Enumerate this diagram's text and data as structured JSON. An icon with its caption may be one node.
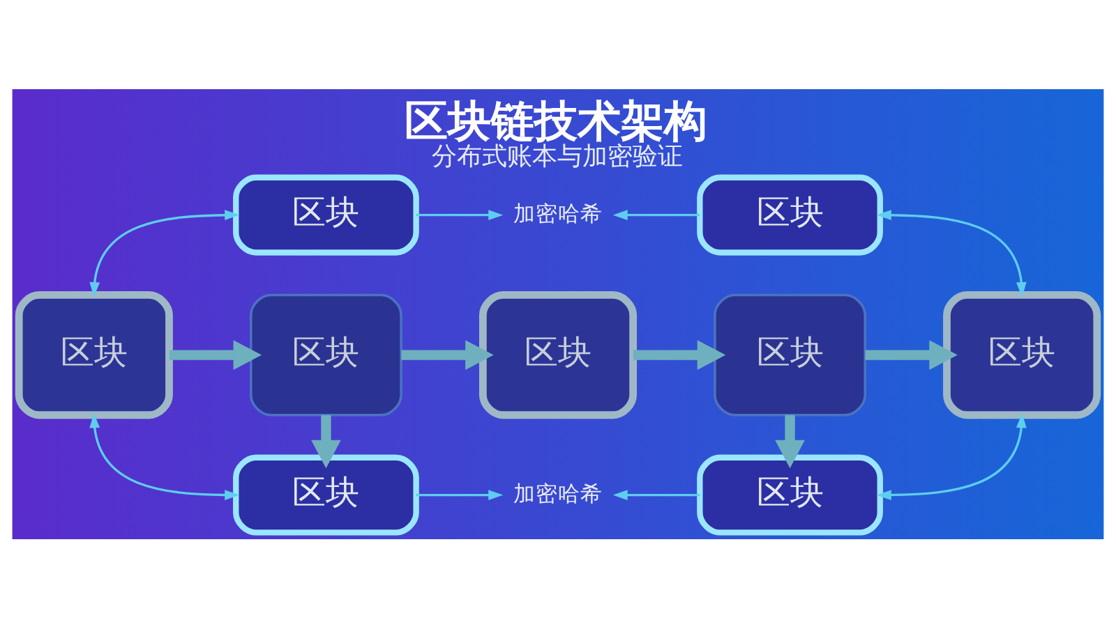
{
  "diagram": {
    "title": "区块链技术架构",
    "caption": "分布式账本与加密验证",
    "nodes": [
      {
        "text": [
          "区块"
        ]
      },
      {
        "text": [
          "加密哈希"
        ]
      },
      {
        "text": [
          "区块"
        ]
      },
      {
        "text": [
          "区块"
        ]
      },
      {
        "text": [
          "区块"
        ]
      },
      {
        "text": [
          "区块"
        ]
      },
      {
        "text": [
          "区块"
        ]
      },
      {
        "text": [
          "区块"
        ]
      },
      {
        "text": [
          "区块"
        ]
      },
      {
        "text": [
          "加密哈希"
        ]
      },
      {
        "text": [
          "区块"
        ]
      }
    ],
    "edges": [
      {
        "from": 3,
        "to": 0,
        "arrow": "both"
      },
      {
        "from": 0,
        "to": 1,
        "arrow": "to"
      },
      {
        "from": 2,
        "to": 1,
        "arrow": "to"
      },
      {
        "from": 7,
        "to": 2,
        "arrow": "both"
      },
      {
        "from": 3,
        "to": 4,
        "arrow": "to",
        "style": "thick",
        "color": "#6fb0bf"
      },
      {
        "from": 4,
        "to": 5,
        "arrow": "to",
        "style": "thick",
        "color": "#6fb0bf"
      },
      {
        "from": 5,
        "to": 6,
        "arrow": "to",
        "style": "thick",
        "color": "#6fb0bf"
      },
      {
        "from": 6,
        "to": 7,
        "arrow": "to",
        "style": "thick",
        "color": "#6fb0bf"
      },
      {
        "from": 4,
        "to": 8,
        "arrow": "to",
        "style": "thick",
        "color": "#6fb0bf"
      },
      {
        "from": 6,
        "to": 10,
        "arrow": "to",
        "style": "thick",
        "color": "#6fb0bf"
      },
      {
        "from": 3,
        "to": 8,
        "arrow": "both"
      },
      {
        "from": 8,
        "to": 9,
        "arrow": "to"
      },
      {
        "from": 10,
        "to": 9,
        "arrow": "to"
      },
      {
        "from": 7,
        "to": 10,
        "arrow": "both"
      }
    ]
  }
}
